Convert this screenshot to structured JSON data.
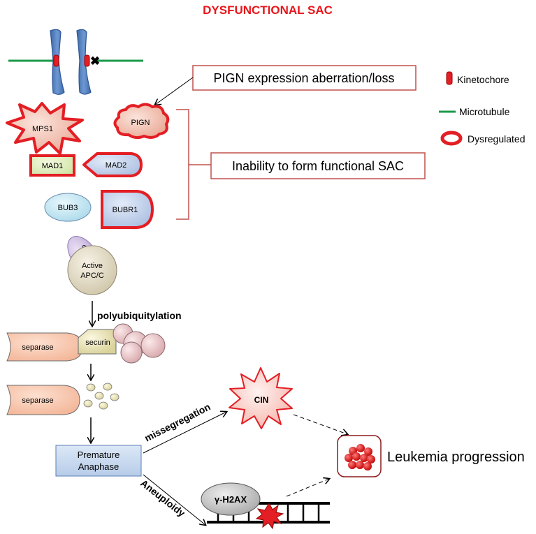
{
  "title": "DYSFUNCTIONAL SAC",
  "legend": {
    "kinetochore": "Kinetochore",
    "microtubule": "Microtubule",
    "dysregulated": "Dysregulated"
  },
  "boxes": {
    "pign_aberration": "PIGN expression aberration/loss",
    "inability_sac": "Inability to form functional SAC",
    "premature_line1": "Premature",
    "premature_line2": "Anaphase",
    "leukemia": "Leukemia progression"
  },
  "proteins": {
    "mps1": "MPS1",
    "pign": "PIGN",
    "mad1": "MAD1",
    "mad2": "MAD2",
    "bub3": "BUB3",
    "bubr1": "BUBR1",
    "cdc20": "Cdc20",
    "apc_line1": "Active",
    "apc_line2": "APC/C",
    "separase_1": "separase",
    "securin": "securin",
    "separase_2": "separase",
    "cin": "CIN",
    "h2ax": "γ-H2AX"
  },
  "labels": {
    "polyubiquitylation": "polyubiquitylation",
    "missegregation": "missegregation",
    "aneuploidy": "Aneuploidy"
  },
  "colors": {
    "title_red": "#e8151b",
    "dysregulated_red": "#e31e24",
    "box_border": "#c0504d",
    "microtubule_green": "#1a9a4a",
    "chromosome_blue": "#4f81bd"
  }
}
